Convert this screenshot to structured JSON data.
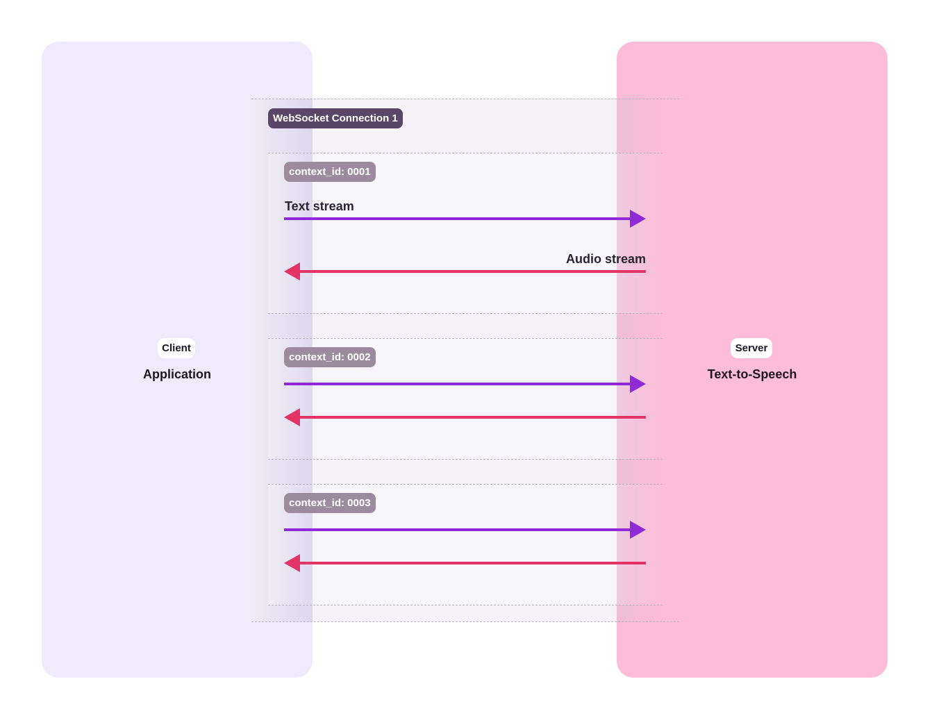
{
  "client": {
    "badge": "Client",
    "title": "Application",
    "color": "#f0ebfc"
  },
  "server": {
    "badge": "Server",
    "title": "Text-to-Speech",
    "color": "#fdbcd7"
  },
  "connection": {
    "label": "WebSocket Connection 1",
    "color": "#5a4767"
  },
  "contexts": [
    {
      "id_label": "context_id: 0001",
      "request_label": "Text stream",
      "response_label": "Audio stream"
    },
    {
      "id_label": "context_id: 0002",
      "request_label": "",
      "response_label": ""
    },
    {
      "id_label": "context_id: 0003",
      "request_label": "",
      "response_label": ""
    }
  ],
  "colors": {
    "request_arrow": "#8f2bd6",
    "response_arrow": "#e23467",
    "context_chip": "#9c8b9e"
  }
}
